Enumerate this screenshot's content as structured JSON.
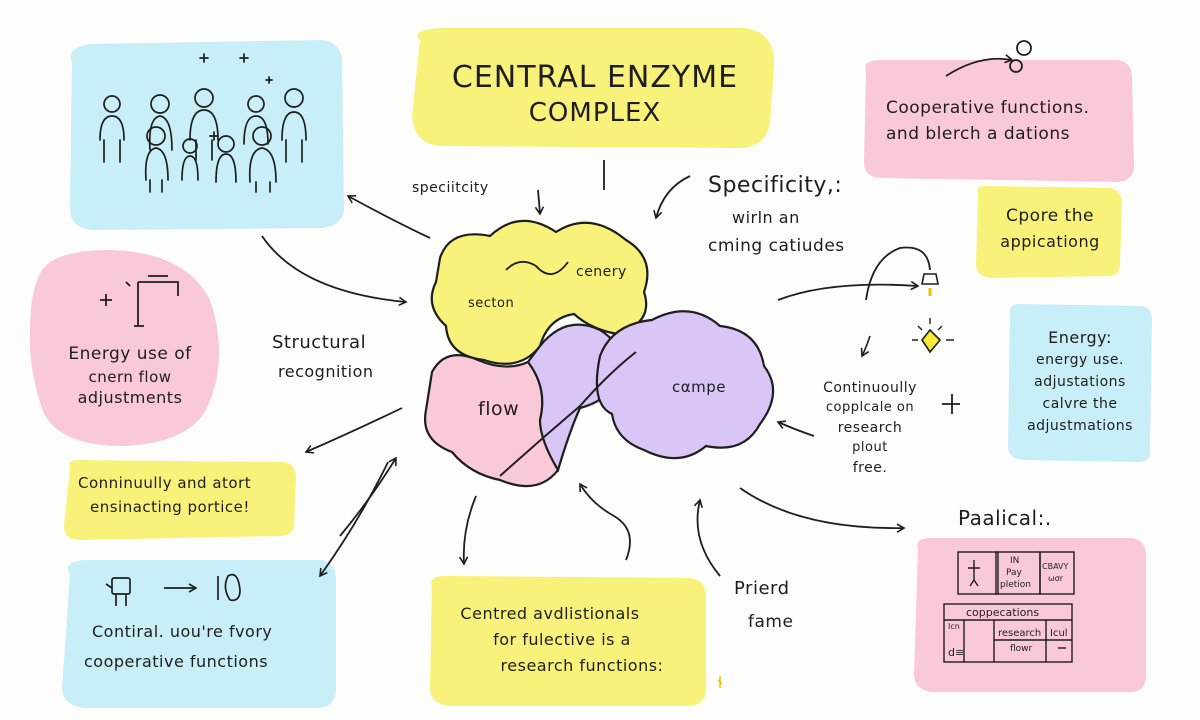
{
  "colors": {
    "yellow": "#f8f27a",
    "pink": "#f9c9d8",
    "lavender": "#d9c6f6",
    "cyan": "#c8eef8",
    "ink": "#1e1e1e"
  },
  "title": {
    "line1": "CENTRAL ENZYME",
    "line2": "COMPLEX"
  },
  "top_right_box": {
    "line1": "Cooperative functions.",
    "line2": "and blerch a dations"
  },
  "right_yellow_box": {
    "line1": "Cpore the",
    "line2": "appicationg"
  },
  "energy_right": {
    "line1": "Energy:",
    "line2": "energy use.",
    "line3": "adjustations",
    "line4": "calvre the",
    "line5": "adjustmations"
  },
  "energy_left": {
    "line1": "Energy use of",
    "line2": "cnern flow",
    "line3": "adjustments"
  },
  "left_yellow_box": {
    "line1": "Conninuully and atort",
    "line2": "ensinacting portice!"
  },
  "bottom_left_box": {
    "line1": "Contiral. uou're fvory",
    "line2": "cooperative functions"
  },
  "bottom_center_box": {
    "line1": "Centred avdlistionals",
    "line2": "for fulective is a",
    "line3": "research functions:"
  },
  "labels": {
    "specificity_small": "speciitcity",
    "specificity_big": "Specificity,:",
    "wirln": "wirln an",
    "cming": "cming catiudes",
    "structural1": "Structural",
    "structural2": "recognition",
    "cont1": "Continuoully",
    "cont2": "copplcale on",
    "cont3": "research",
    "cont4": "plout",
    "cont5": "free.",
    "pried1": "Prierd",
    "pried2": "fame",
    "paalical": "Paalical:."
  },
  "puzzle": {
    "cenery": "cenery",
    "secton": "secton",
    "flow": "flow",
    "compe": "cαmpe"
  },
  "table": {
    "in": "IN",
    "pay": "Pay",
    "pletion": "pletion",
    "cbavy": "CBAVY",
    "wor": "ωσr",
    "cop": "coppecations",
    "tcn": "Icn",
    "research": "research",
    "flowr": "flowr",
    "tcul": "Icul",
    "dz": "d≡"
  },
  "icons": [
    "people-group-icon",
    "faucet-icon",
    "bulb-icon",
    "lightning-icon",
    "molecule-icon",
    "person-icon",
    "arrow-icon"
  ]
}
